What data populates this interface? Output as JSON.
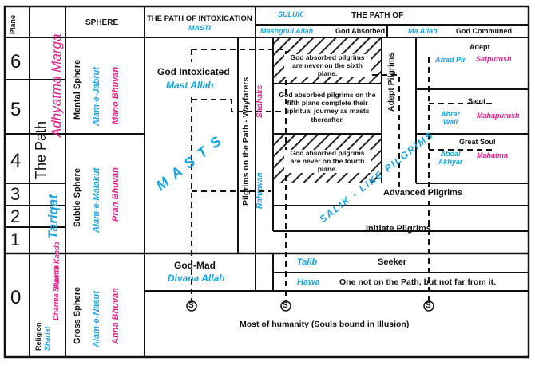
{
  "colors": {
    "black": "#111111",
    "blue": "#17a4e0",
    "magenta": "#e0208c",
    "hatch": "#222222"
  },
  "header": {
    "plane": "Plane",
    "sphere": "SPHERE",
    "path_intox": "THE PATH OF INTOXICATION",
    "masti": "MASTI",
    "suluk": "SULUK",
    "path_of": "THE PATH OF",
    "mashghul_allah": "Mashghul Allah",
    "god_absorbed": "God Absorbed",
    "ma_allah": "Ma Allah",
    "god_communed": "God Communed"
  },
  "planes": [
    "6",
    "5",
    "4",
    "3",
    "2",
    "1",
    "0"
  ],
  "path_col": {
    "the_path": "The Path",
    "adhyatma_marga": "Adhyatma Marga",
    "tariqat": "Tariqat"
  },
  "religion": {
    "label": "Religion",
    "sharia": "Shariat",
    "dharma": "Dharma Shastra",
    "karma": "Karma-Kanda"
  },
  "spheres": {
    "mental": {
      "name": "Mental Sphere",
      "arabic": "Alam-e-Jabrut",
      "hindi": "Mano Bhuvan"
    },
    "subtle": {
      "name": "Subtle Sphere",
      "arabic": "Alam-e-Malakut",
      "hindi": "Pran Bhuvan"
    },
    "gross": {
      "name": "Gross Sphere",
      "arabic": "Alam-e-Nasut",
      "hindi": "Anna Bhuvan"
    }
  },
  "masts": {
    "god_intoxicated": "God Intoxicated",
    "mast_allah": "Mast Allah",
    "masts_word": "M A S T S",
    "god_mad": "God-Mad",
    "divana_allah": "Divana Allah"
  },
  "wayfarers": {
    "label": "Pilgrims on the Path - Wayfarers",
    "sadhaks": "Sadhaks",
    "rahravan": "Rahravan"
  },
  "absorbed": {
    "sixth": "God absorbed pilgrims are never on the sixth plane.",
    "fifth": "God absorbed pilgrims on the fifth plane complete their spiritual journey as masts thereafter.",
    "fourth": "God absorbed pilgrims are never on the fourth plane."
  },
  "adept_pilgrims": "Adept Pilgrims",
  "salik": "SALIK - LIKE PILGRIMS",
  "communed": {
    "adept": {
      "title": "Adept",
      "arabic": "Afrad Pir",
      "hindi": "Satpurush"
    },
    "saint": {
      "title": "Saint",
      "arabic": "Abrar Wali",
      "hindi": "Mahapurush"
    },
    "great_soul": {
      "title": "Great Soul",
      "arabic": "Abdal Akhyar",
      "hindi": "Mahatma"
    }
  },
  "advanced_pilgrims": "Advanced Pilgrims",
  "initiate_pilgrims": "Initiate Pilgrims",
  "talib": "Talib",
  "seeker": "Seeker",
  "hawa": "Hawa",
  "hawa_desc": "One not on the Path, but not far from it.",
  "s_marker": "S",
  "humanity": "Most of humanity (Souls bound in Illusion)"
}
